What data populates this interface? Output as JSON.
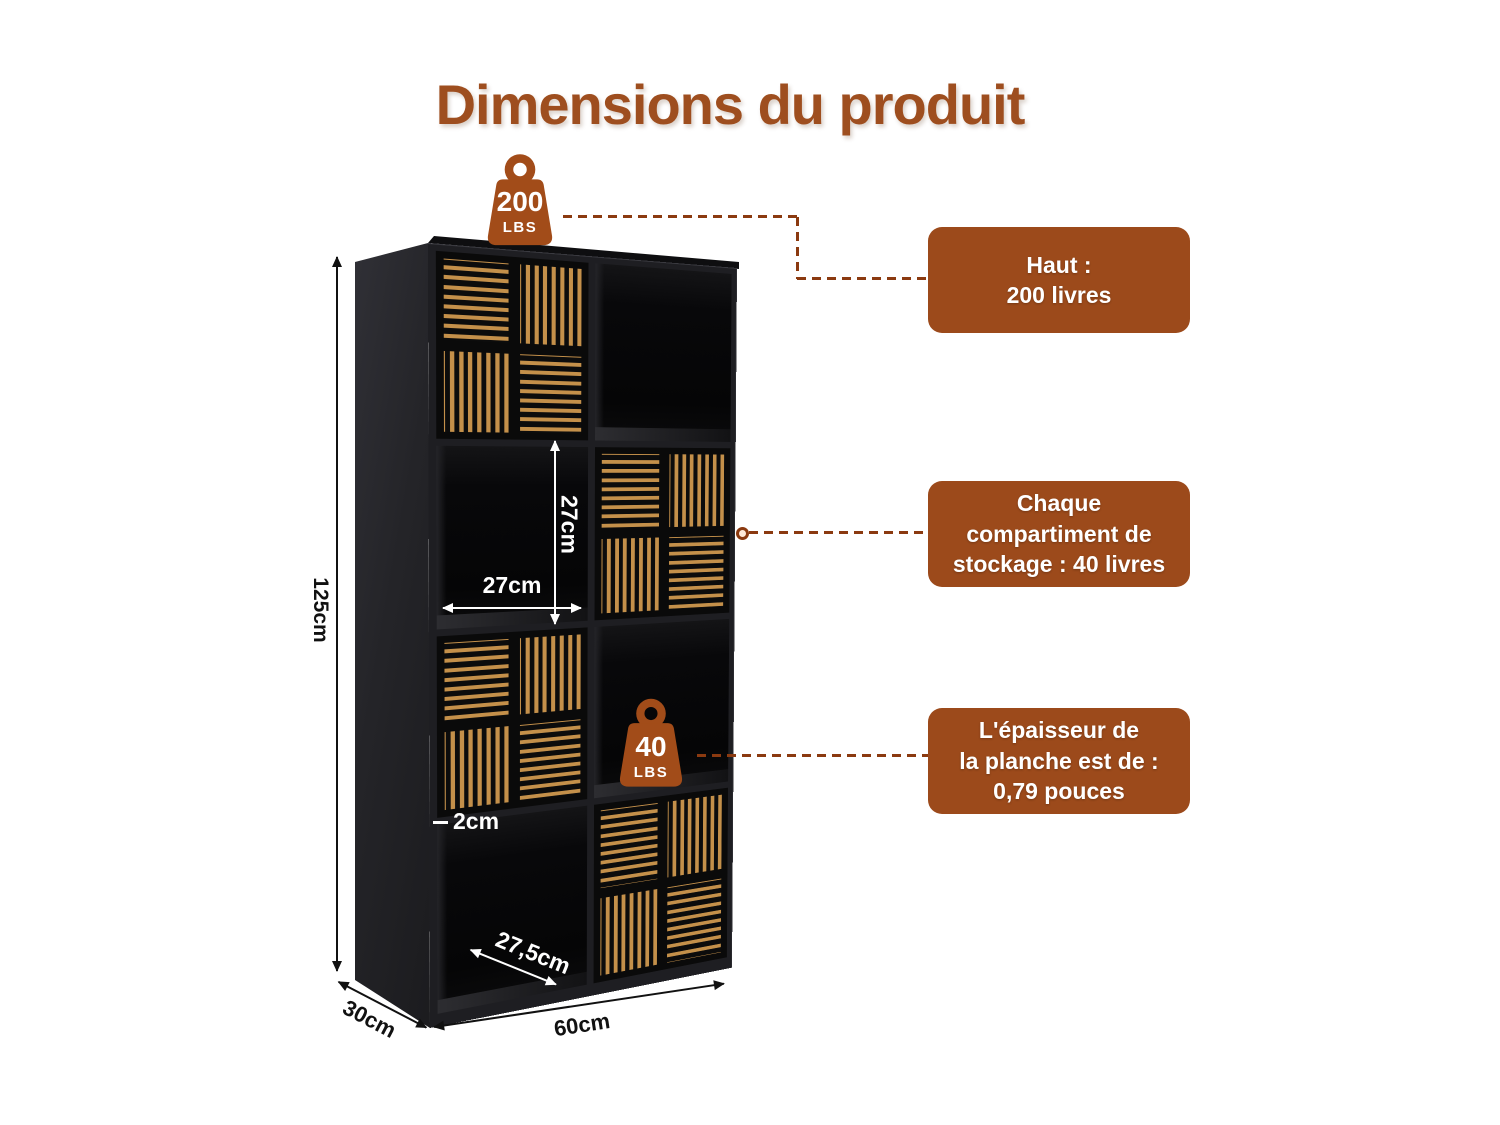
{
  "title": "Dimensions du produit",
  "weights": {
    "top": {
      "value": "200",
      "unit": "LBS"
    },
    "compartment": {
      "value": "40",
      "unit": "LBS"
    }
  },
  "callouts": {
    "top_capacity": "Haut :\n200 livres",
    "compartment_capacity": "Chaque\ncompartiment de\nstockage : 40 livres",
    "board_thickness": "L'épaisseur de\nla planche est de :\n0,79 pouces"
  },
  "dimensions": {
    "height": "125cm",
    "depth": "30cm",
    "width": "60cm",
    "compartment_width": "27cm",
    "compartment_height": "27cm",
    "board_thickness": "2cm",
    "compartment_depth": "27,5cm"
  },
  "icons": {
    "weight": "kettlebell-weight-icon"
  },
  "colors": {
    "accent_brown": "#9C4A1B",
    "title_brown": "#9E4E1F",
    "dash_brown": "#8B3A10",
    "wood_slat": "#C4904A",
    "cabinet_black": "#1E1E22"
  }
}
